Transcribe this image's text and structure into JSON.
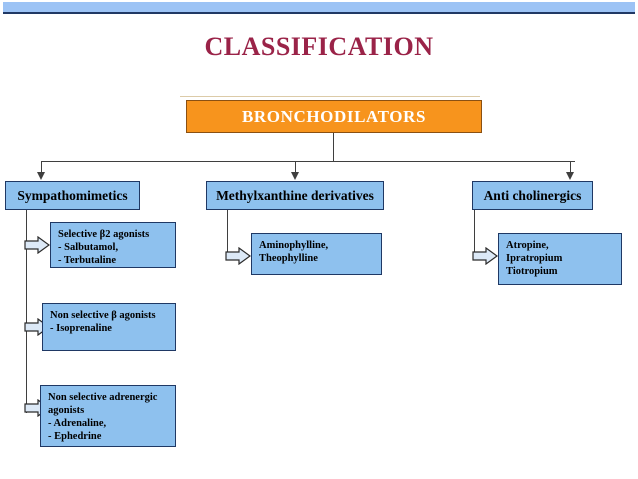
{
  "slide": {
    "title": "CLASSIFICATION",
    "accent_maroon": "#9A2348",
    "root_orange": "#F7941D",
    "node_blue": "#8EC1EE",
    "border_navy": "#1F3864",
    "top_bar_blue": "#9CC3F5"
  },
  "diagram": {
    "type": "tree",
    "root": {
      "label": "BRONCHODILATORS"
    },
    "categories": [
      {
        "label": "Sympathomimetics",
        "children": [
          {
            "text": "Selective β2 agonists\n- Salbutamol,\n- Terbutaline"
          },
          {
            "text": "Non selective β agonists\n- Isoprenaline"
          },
          {
            "text": "Non selective adrenergic\nagonists\n- Adrenaline,\n- Ephedrine"
          }
        ]
      },
      {
        "label": "Methylxanthine derivatives",
        "children": [
          {
            "text": "Aminophylline,\nTheophylline"
          }
        ]
      },
      {
        "label": "Anti cholinergics",
        "children": [
          {
            "text": "Atropine,\nIpratropium\nTiotropium"
          }
        ]
      }
    ]
  }
}
